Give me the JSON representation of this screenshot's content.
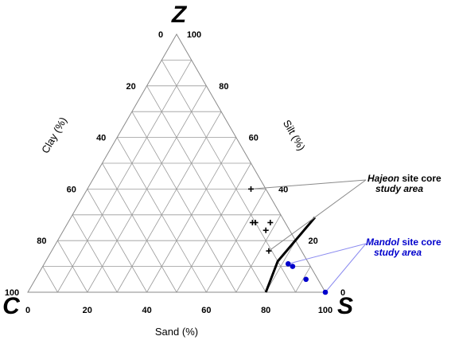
{
  "chart_data": {
    "type": "scatter",
    "subtype": "ternary",
    "vertices": {
      "top": "Z",
      "left": "C",
      "right": "S"
    },
    "axes": {
      "sand": {
        "label": "Sand (%)",
        "ticks": [
          "0",
          "20",
          "40",
          "60",
          "80",
          "100"
        ]
      },
      "clay": {
        "label": "Clay (%)",
        "ticks": [
          "0",
          "20",
          "40",
          "60",
          "80",
          "100"
        ]
      },
      "silt": {
        "label": "Silt (%)",
        "ticks": [
          "100",
          "80",
          "60",
          "40",
          "20",
          "0"
        ]
      }
    },
    "grid": true,
    "grid_step": 10,
    "series": [
      {
        "name": "Hajeon site core study area",
        "marker": "plus",
        "color": "#000000",
        "points": [
          {
            "sand": 55,
            "silt": 40,
            "clay": 5
          },
          {
            "sand": 62,
            "silt": 27,
            "clay": 11
          },
          {
            "sand": 68,
            "silt": 27,
            "clay": 5
          },
          {
            "sand": 63,
            "silt": 27,
            "clay": 10
          },
          {
            "sand": 68,
            "silt": 24,
            "clay": 8
          },
          {
            "sand": 73,
            "silt": 16,
            "clay": 11
          }
        ]
      },
      {
        "name": "Mandol site core study area",
        "marker": "dot",
        "color": "#0000cc",
        "points": [
          {
            "sand": 82,
            "silt": 11,
            "clay": 7
          },
          {
            "sand": 84,
            "silt": 10,
            "clay": 6
          },
          {
            "sand": 91,
            "silt": 5,
            "clay": 4
          },
          {
            "sand": 100,
            "silt": 0,
            "clay": 0
          }
        ]
      }
    ],
    "boundary_line": [
      {
        "sand": 82,
        "silt": 29,
        "clay": -11
      },
      {
        "sand": 78,
        "silt": 12,
        "clay": 10
      },
      {
        "sand": 80,
        "silt": 0,
        "clay": 20
      }
    ],
    "annotations": [
      {
        "series": 0,
        "label_italic": "Hajeon",
        "label_rest": " site core",
        "label_line2": "study area",
        "color": "#000000"
      },
      {
        "series": 1,
        "label_italic": "Mandol",
        "label_rest": " site core",
        "label_line2": "study area",
        "color": "#0000cc"
      }
    ]
  }
}
